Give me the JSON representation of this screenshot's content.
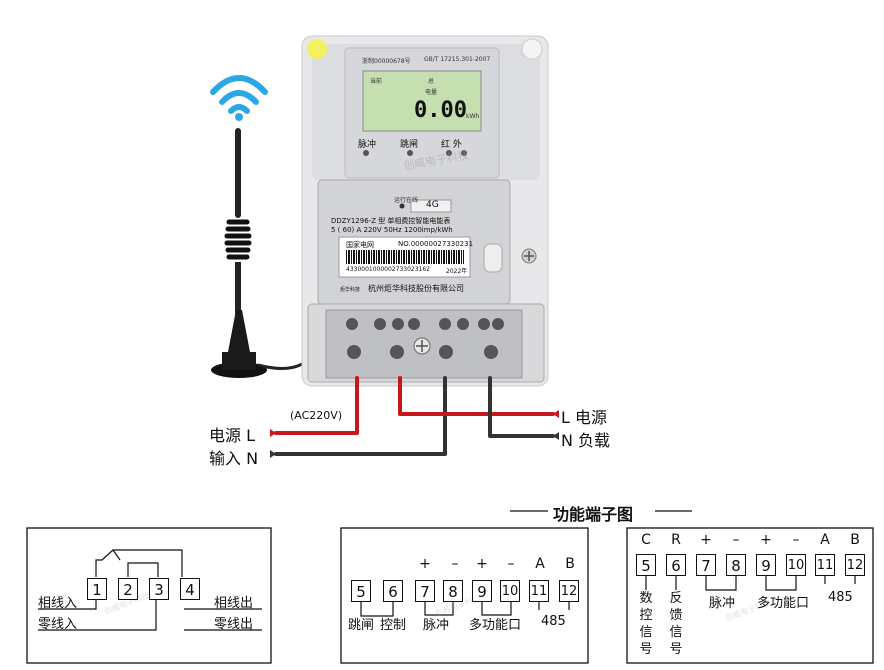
{
  "meter": {
    "cert_no": "浙制00000678号",
    "standard": "GB/T 17215.301-2007",
    "lcd_current": "当前",
    "lcd_total": "总",
    "lcd_energy": "电量",
    "lcd_value": "0.00",
    "lcd_unit": "kWh",
    "led_pulse": "脉冲",
    "led_trip": "跳闸",
    "led_ir": "红 外",
    "status_run": "运行",
    "status_online": "在线",
    "network": "4G",
    "model": "DDZY1296-Z 型 单相费控智能电能表",
    "spec": "5 ( 60) A 220V 50Hz 1200imp/kWh",
    "grid": "国家电网",
    "serial_no": "NO.00000027330231",
    "barcode_digits": "4330001000002733023162",
    "year": "2022年",
    "maker_logo": "炬华科技",
    "maker": "杭州炬华科技股份有限公司",
    "watermark": "创威电子科技"
  },
  "wiring": {
    "power_l": "电源  L",
    "input_n": "输入  N",
    "voltage": "(AC220V)",
    "out_l": "L 电源",
    "out_n": "N 负载"
  },
  "title": "功能端子图",
  "box1": {
    "terms": [
      "1",
      "2",
      "3",
      "4"
    ],
    "line_in": "相线入",
    "zero_in": "零线入",
    "line_out": "相线出",
    "zero_out": "零线出"
  },
  "box2": {
    "terms": [
      "5",
      "6",
      "7",
      "8",
      "9",
      "10",
      "11",
      "12"
    ],
    "signs": [
      "+",
      "–",
      "+",
      "–",
      "A",
      "B"
    ],
    "trip": "跳闸",
    "control": "控制",
    "pulse": "脉冲",
    "multi": "多功能口",
    "rs485": "485"
  },
  "box3": {
    "letters": [
      "C",
      "R",
      "+",
      "–",
      "+",
      "–",
      "A",
      "B"
    ],
    "terms": [
      "5",
      "6",
      "7",
      "8",
      "9",
      "10",
      "11",
      "12"
    ],
    "digital": "数控信号",
    "feedback": "反馈信号",
    "pulse": "脉冲",
    "multi": "多功能口",
    "rs485": "485"
  },
  "colors": {
    "red_wire": "#c8161d",
    "black_wire": "#333333",
    "lcd": "#c6dfb0",
    "wifi": "#2aa7e4"
  }
}
